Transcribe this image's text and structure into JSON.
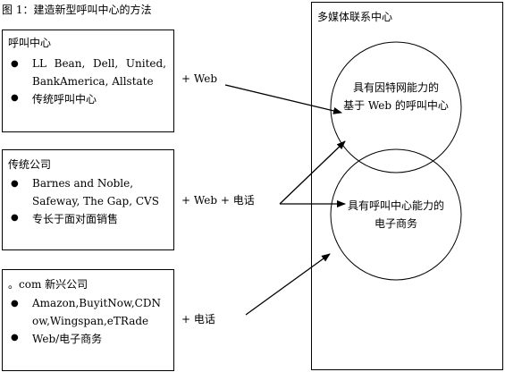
{
  "figure_title": "图 1：建造新型呼叫中心的方法",
  "boxes": {
    "call_center": {
      "title": "呼叫中心",
      "bullet1_line1_words": [
        "LL",
        "Bean,",
        "Dell,",
        "United,"
      ],
      "bullet1_line2": "BankAmerica, Allstate",
      "bullet2": "传统呼叫中心"
    },
    "traditional": {
      "title": "传统公司",
      "bullet1_line1": "Barnes and Noble,",
      "bullet1_line2": "Safeway, The Gap, CVS",
      "bullet2": "专长于面对面销售"
    },
    "dotcom": {
      "title": "。com 新兴公司",
      "bullet1_line1": "Amazon,BuyitNow,CDN",
      "bullet1_line2": "ow,Wingspan,eTRade",
      "bullet2": "Web/电子商务"
    }
  },
  "connectors": {
    "web": "+ Web",
    "web_phone": "+ Web + 电话",
    "phone": "+ 电话"
  },
  "multimedia": {
    "title": "多媒体联系中心",
    "circle_top_line1": "具有因特网能力的",
    "circle_top_line2": "基于 Web 的呼叫中心",
    "circle_bottom_line1": "具有呼叫中心能力的",
    "circle_bottom_line2": "电子商务"
  },
  "bullet_glyph": "●"
}
